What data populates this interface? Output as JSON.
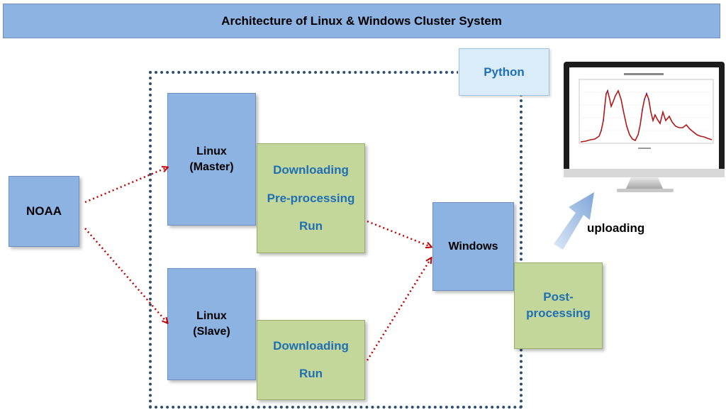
{
  "title": "Architecture of Linux & Windows Cluster System",
  "python_label": "Python",
  "source": {
    "label": "NOAA"
  },
  "master": {
    "line1": "Linux",
    "line2": "(Master)",
    "tasks": [
      "Downloading",
      "Pre-processing",
      "Run"
    ]
  },
  "slave": {
    "line1": "Linux",
    "line2": "(Slave)",
    "tasks": [
      "Downloading",
      "Run"
    ]
  },
  "windows": {
    "label": "Windows"
  },
  "post": {
    "line1": "Post-",
    "line2": "processing"
  },
  "upload_label": "uploading",
  "colors": {
    "node_blue": "#8db3e2",
    "task_green": "#c4d79b",
    "task_text": "#1f6fb5",
    "arrow_red": "#c00000",
    "container_border": "#2f4f6f",
    "chart_line": "#b01818"
  },
  "icons": {
    "monitor": "monitor-icon",
    "upload_arrow": "upload-arrow-icon"
  }
}
